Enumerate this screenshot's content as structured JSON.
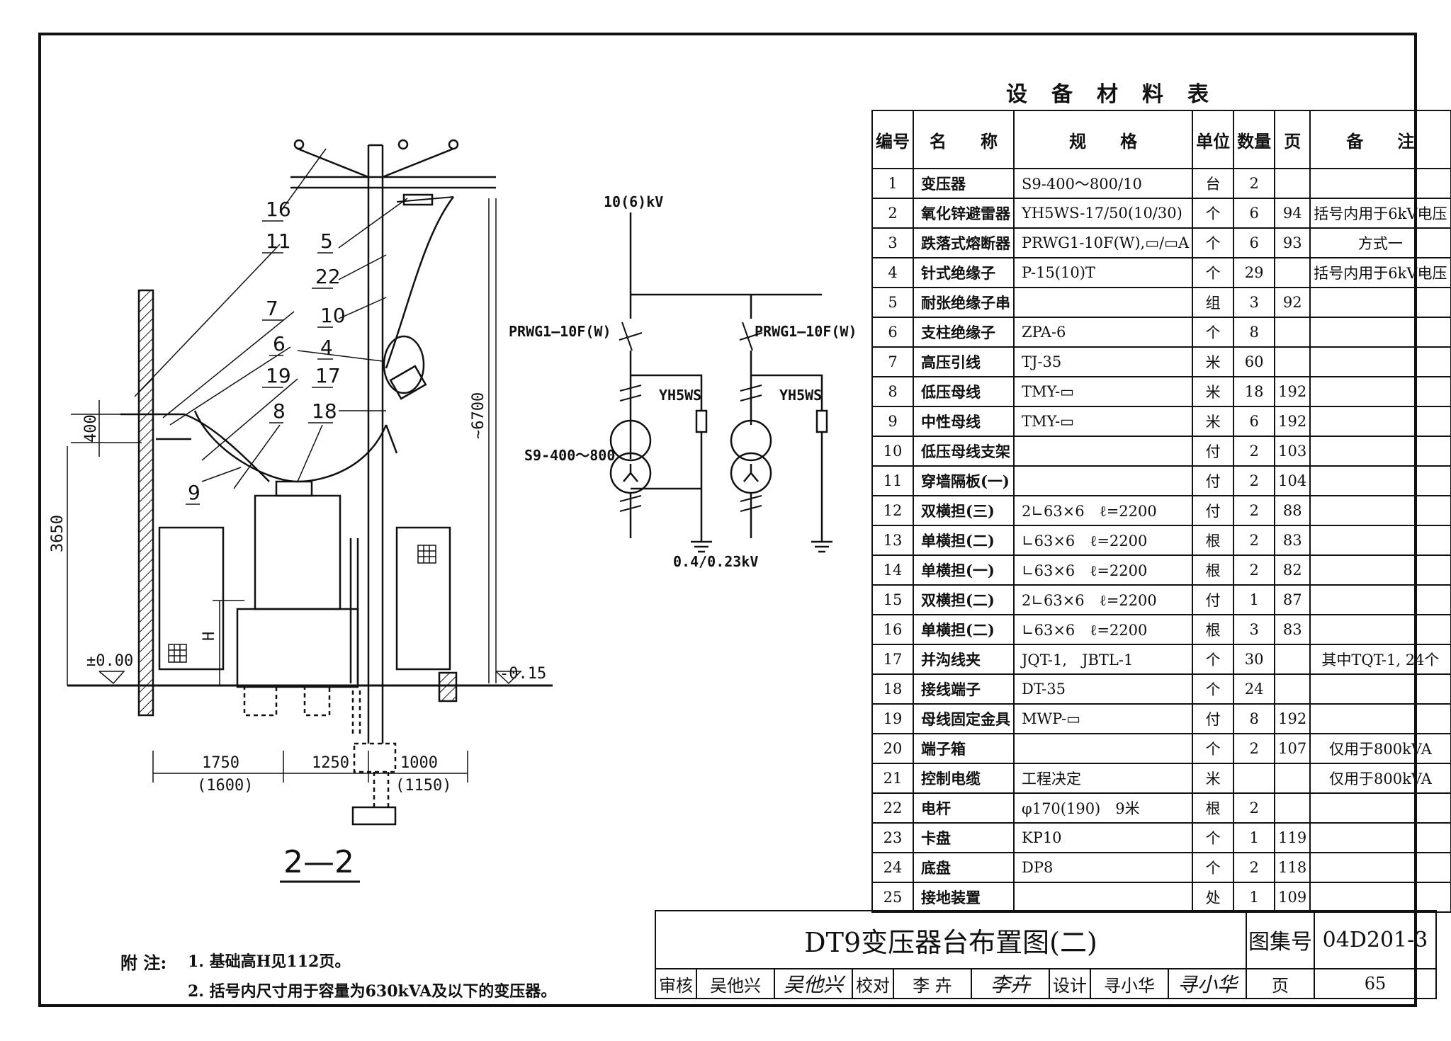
{
  "section": {
    "title": "2—2",
    "item_callouts": [
      "16",
      "11",
      "5",
      "22",
      "7",
      "10",
      "4",
      "6",
      "19",
      "17",
      "8",
      "18",
      "9"
    ],
    "dimensions": {
      "d400": "400",
      "d3650": "3650",
      "d6700": "~6700",
      "base_h": "H",
      "level_zero": "±0.00",
      "level_low": "-0.15",
      "w1750": "1750",
      "w1600": "(1600)",
      "w1250": "1250",
      "w1000": "1000",
      "w1150": "(1150)"
    }
  },
  "schematic": {
    "voltage_hv": "10(6)kV",
    "fuse_left": "PRWG1—10F(W)",
    "fuse_right": "PRWG1—10F(W)",
    "arrester_left": "YH5WS",
    "arrester_right": "YH5WS",
    "transformer": "S9-400～800",
    "voltage_lv": "0.4/0.23kV"
  },
  "table": {
    "title": "设备材料表",
    "headers": [
      "编号",
      "名　　称",
      "规　　格",
      "单位",
      "数量",
      "页",
      "备　　注"
    ],
    "rows": [
      [
        "1",
        "变压器",
        "S9-400～800/10",
        "台",
        "2",
        "",
        ""
      ],
      [
        "2",
        "氧化锌避雷器",
        "YH5WS-17/50(10/30)",
        "个",
        "6",
        "94",
        "括号内用于6kV电压"
      ],
      [
        "3",
        "跌落式熔断器",
        "PRWG1-10F(W),▭/▭A",
        "个",
        "6",
        "93",
        "方式一"
      ],
      [
        "4",
        "针式绝缘子",
        "P-15(10)T",
        "个",
        "29",
        "",
        "括号内用于6kV电压"
      ],
      [
        "5",
        "耐张绝缘子串",
        "",
        "组",
        "3",
        "92",
        ""
      ],
      [
        "6",
        "支柱绝缘子",
        "ZPA-6",
        "个",
        "8",
        "",
        ""
      ],
      [
        "7",
        "高压引线",
        "TJ-35",
        "米",
        "60",
        "",
        ""
      ],
      [
        "8",
        "低压母线",
        "TMY-▭",
        "米",
        "18",
        "192",
        ""
      ],
      [
        "9",
        "中性母线",
        "TMY-▭",
        "米",
        "6",
        "192",
        ""
      ],
      [
        "10",
        "低压母线支架",
        "",
        "付",
        "2",
        "103",
        ""
      ],
      [
        "11",
        "穿墙隔板(一)",
        "",
        "付",
        "2",
        "104",
        ""
      ],
      [
        "12",
        "双横担(三)",
        "2∟63×6　ℓ=2200",
        "付",
        "2",
        "88",
        ""
      ],
      [
        "13",
        "单横担(二)",
        "∟63×6　ℓ=2200",
        "根",
        "2",
        "83",
        ""
      ],
      [
        "14",
        "单横担(一)",
        "∟63×6　ℓ=2200",
        "根",
        "2",
        "82",
        ""
      ],
      [
        "15",
        "双横担(二)",
        "2∟63×6　ℓ=2200",
        "付",
        "1",
        "87",
        ""
      ],
      [
        "16",
        "单横担(二)",
        "∟63×6　ℓ=2200",
        "根",
        "3",
        "83",
        ""
      ],
      [
        "17",
        "并沟线夹",
        "JQT-1,　JBTL-1",
        "个",
        "30",
        "",
        "其中TQT-1, 24个"
      ],
      [
        "18",
        "接线端子",
        "DT-35",
        "个",
        "24",
        "",
        ""
      ],
      [
        "19",
        "母线固定金具",
        "MWP-▭",
        "付",
        "8",
        "192",
        ""
      ],
      [
        "20",
        "端子箱",
        "",
        "个",
        "2",
        "107",
        "仅用于800kVA"
      ],
      [
        "21",
        "控制电缆",
        "工程决定",
        "米",
        "",
        "",
        "仅用于800kVA"
      ],
      [
        "22",
        "电杆",
        "φ170(190)　9米",
        "根",
        "2",
        "",
        ""
      ],
      [
        "23",
        "卡盘",
        "KP10",
        "个",
        "1",
        "119",
        ""
      ],
      [
        "24",
        "底盘",
        "DP8",
        "个",
        "2",
        "118",
        ""
      ],
      [
        "25",
        "接地装置",
        "",
        "处",
        "1",
        "109",
        ""
      ]
    ]
  },
  "title_block": {
    "drawing_title": "DT9变压器台布置图(二)",
    "atlas_label": "图集号",
    "atlas_no": "04D201-3",
    "review_label": "审核",
    "reviewer": "吴他兴",
    "reviewer_sig": "吴他兴",
    "check_label": "校对",
    "checker": "李 卉",
    "checker_sig": "李卉",
    "design_label": "设计",
    "designer": "寻小华",
    "designer_sig": "寻小华",
    "page_label": "页",
    "page_no": "65"
  },
  "notes": {
    "label": "附 注:",
    "items": [
      "1. 基础高H见112页。",
      "2. 括号内尺寸用于容量为630kVA及以下的变压器。"
    ]
  }
}
